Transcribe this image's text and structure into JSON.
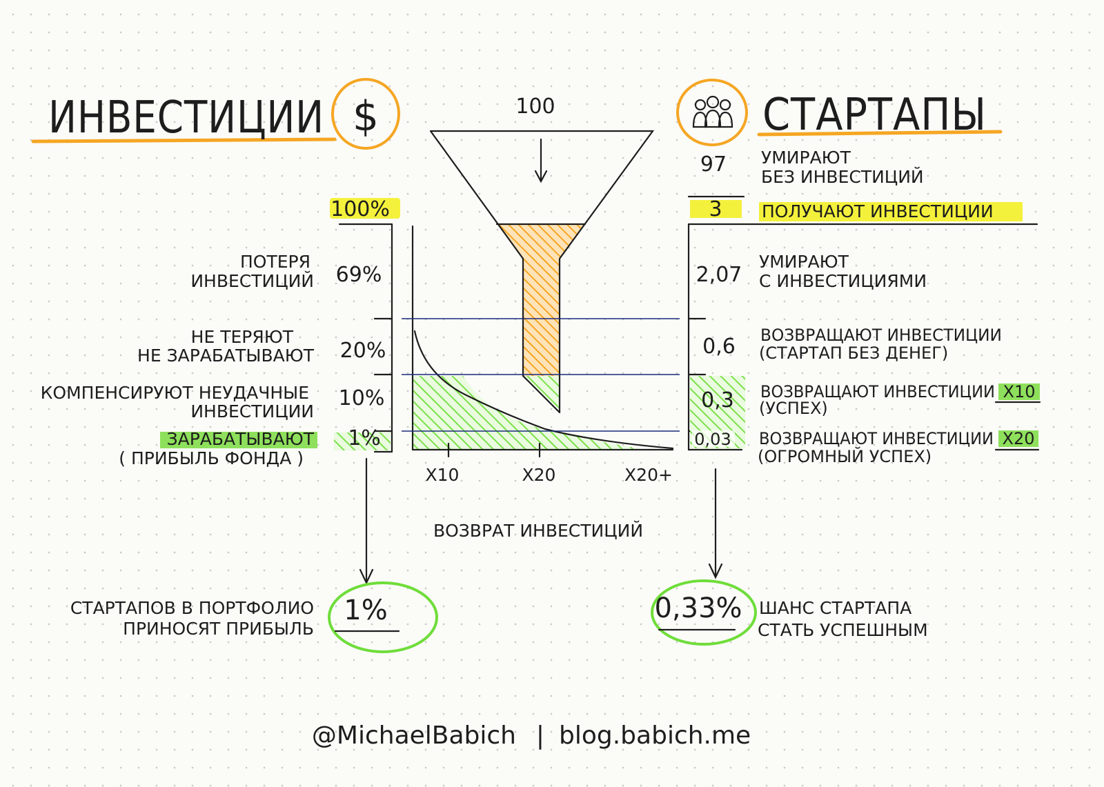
{
  "left": {
    "title": "ИНВЕСТИЦИИ",
    "title_icon": "dollar-icon",
    "top_pct": "100%",
    "rows": [
      {
        "label_lines": [
          "ПОТЕРЯ",
          "ИНВЕСТИЦИЙ"
        ],
        "value": "69%"
      },
      {
        "label_lines": [
          "НЕ ТЕРЯЮТ",
          "НЕ ЗАРАБАТЫВАЮТ"
        ],
        "value": "20%"
      },
      {
        "label_lines": [
          "КОМПЕНСИРУЮТ НЕУДАЧНЫЕ",
          "ИНВЕСТИЦИИ"
        ],
        "value": "10%"
      },
      {
        "label_lines": [
          "ЗАРАБАТЫВАЮТ",
          "( ПРИБЫЛЬ ФОНДА )"
        ],
        "value": "1%"
      }
    ],
    "result_lines": [
      "СТАРТАПОВ В ПОРТФОЛИО",
      "ПРИНОСЯТ ПРИБЫЛЬ"
    ],
    "result_value": "1%"
  },
  "right": {
    "title": "СТАРТАПЫ",
    "title_icon": "people-group-icon",
    "top_value": "97",
    "top_label_lines": [
      "УМИРАЮТ",
      "БЕЗ ИНВЕСТИЦИЙ"
    ],
    "invested_value": "3",
    "invested_label": "ПОЛУЧАЮТ ИНВЕСТИЦИИ",
    "rows": [
      {
        "value": "2,07",
        "label_lines": [
          "УМИРАЮТ",
          "С ИНВЕСТИЦИЯМИ"
        ],
        "mark": ""
      },
      {
        "value": "0,6",
        "label_lines": [
          "ВОЗВРАЩАЮТ ИНВЕСТИЦИИ",
          "(СТАРТАП БЕЗ ДЕНЕГ)"
        ],
        "mark": ""
      },
      {
        "value": "0,3",
        "label_lines": [
          "ВОЗВРАЩАЮТ ИНВЕСТИЦИИ",
          "(УСПЕХ)"
        ],
        "mark": "X10"
      },
      {
        "value": "0,03",
        "label_lines": [
          "ВОЗВРАЩАЮТ ИНВЕСТИЦИИ",
          "(ОГРОМНЫЙ УСПЕХ)"
        ],
        "mark": "X20"
      }
    ],
    "result_value": "0,33%",
    "result_lines": [
      "ШАНС СТАРТАПА",
      "СТАТЬ УСПЕШНЫМ"
    ]
  },
  "funnel": {
    "input_count": "100",
    "x_ticks": [
      "X10",
      "X20",
      "X20+"
    ],
    "x_axis_label": "ВОЗВРАТ ИНВЕСТИЦИЙ"
  },
  "footer": {
    "handle": "@MichaelBabich",
    "separator": "|",
    "site": "blog.babich.me"
  },
  "colors": {
    "ink": "#1d1d1d",
    "orange": "#f5a623",
    "green": "#7de04a",
    "yellow_highlight": "#f4f13c",
    "green_highlight": "#8ee05c",
    "blue_lines": "#1a2a7a",
    "result_circle": "#6fdd3a"
  }
}
